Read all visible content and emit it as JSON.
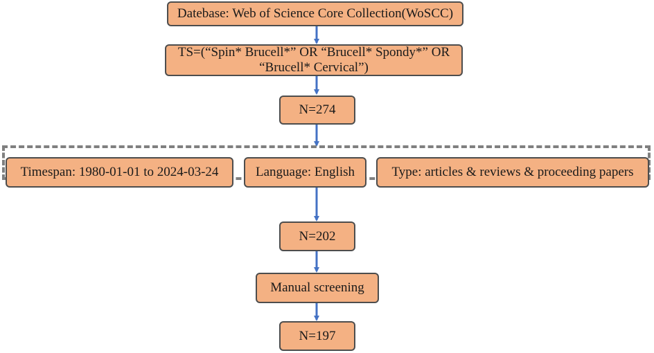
{
  "flow": {
    "database": "Datebase: Web of Science Core Collection(WoSCC)",
    "query_line1": "TS=(“Spin* Brucell*” OR “Brucell* Spondy*” OR",
    "query_line2": "“Brucell* Cervical”)",
    "count_initial": "N=274",
    "filters": {
      "timespan": "Timespan: 1980-01-01 to 2024-03-24",
      "language": "Language: English",
      "type": "Type: articles & reviews & proceeding papers"
    },
    "count_filtered": "N=202",
    "screening": "Manual screening",
    "count_final": "N=197"
  },
  "colors": {
    "box_fill": "#f4b183",
    "box_border": "#4d4d4d",
    "arrow": "#4472c4",
    "dashed_frame": "#808080"
  }
}
